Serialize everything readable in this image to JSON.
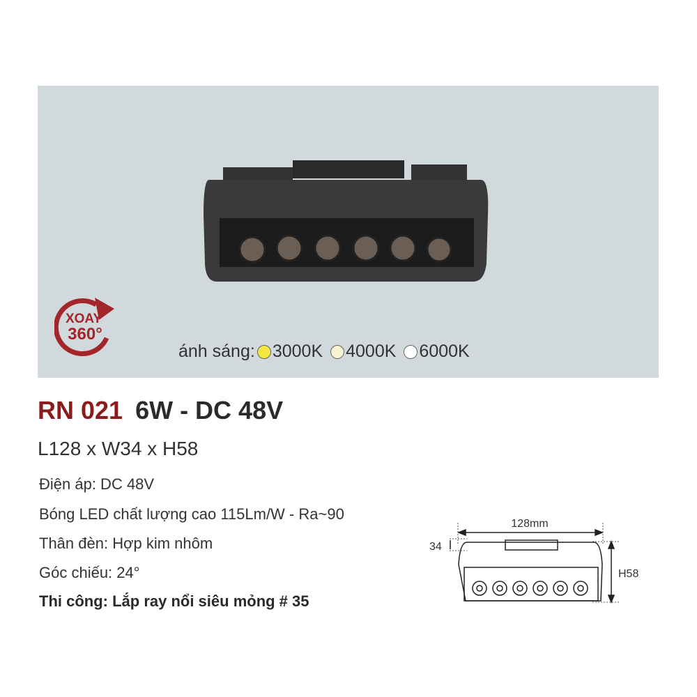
{
  "badge": {
    "line1": "XOAY",
    "line2": "360°"
  },
  "light": {
    "label": "ánh sáng:",
    "options": [
      {
        "label": "3000K",
        "color": "#f5e642"
      },
      {
        "label": "4000K",
        "color": "#f7f2cf"
      },
      {
        "label": "6000K",
        "color": "#ffffff"
      }
    ]
  },
  "product": {
    "code": "RN 021",
    "power": "6W - DC 48V",
    "dimensions": "L128 x W34 x H58",
    "specs": [
      "Điện áp: DC 48V",
      "Bóng LED chất lượng cao 115Lm/W - Ra~90",
      "Thân đèn: Hợp kim nhôm",
      "Góc chiếu: 24°",
      "Thi công: Lắp ray nổi siêu mỏng # 35"
    ]
  },
  "drawing": {
    "length": "128mm",
    "width": "34",
    "height": "H58"
  },
  "colors": {
    "accent": "#8b1c1c",
    "panel": "#d2d9dd"
  }
}
